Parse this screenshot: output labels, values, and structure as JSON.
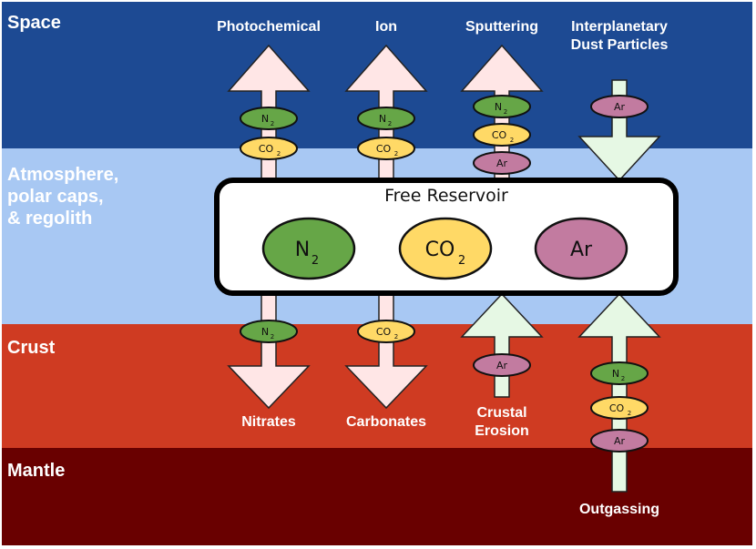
{
  "colors": {
    "space": "#1d4a93",
    "atmosphere": "#a8c8f3",
    "crust": "#cf3b22",
    "mantle": "#690000",
    "n2": "#66a647",
    "co2": "#ffd966",
    "ar": "#c27ba0",
    "arrow_out": "#ffe6e6",
    "arrow_in": "#e6f8e4"
  },
  "layers": {
    "space": "Space",
    "atmosphere": "Atmosphere,\npolar caps,\n& regolith",
    "crust": "Crust",
    "mantle": "Mantle"
  },
  "reservoir": {
    "title": "Free Reservoir",
    "n2": "N",
    "n2_sub": "2",
    "co2": "CO",
    "co2_sub": "2",
    "ar": "Ar"
  },
  "flows": {
    "photochemical": "Photochemical",
    "ion": "Ion",
    "sputtering": "Sputtering",
    "idp": "Interplanetary\nDust Particles",
    "nitrates": "Nitrates",
    "carbonates": "Carbonates",
    "crustal_erosion": "Crustal\nErosion",
    "outgassing": "Outgassing"
  },
  "species": {
    "n2": "N",
    "n2_sub": "2",
    "co2": "CO",
    "co2_sub": "2",
    "ar": "Ar"
  }
}
